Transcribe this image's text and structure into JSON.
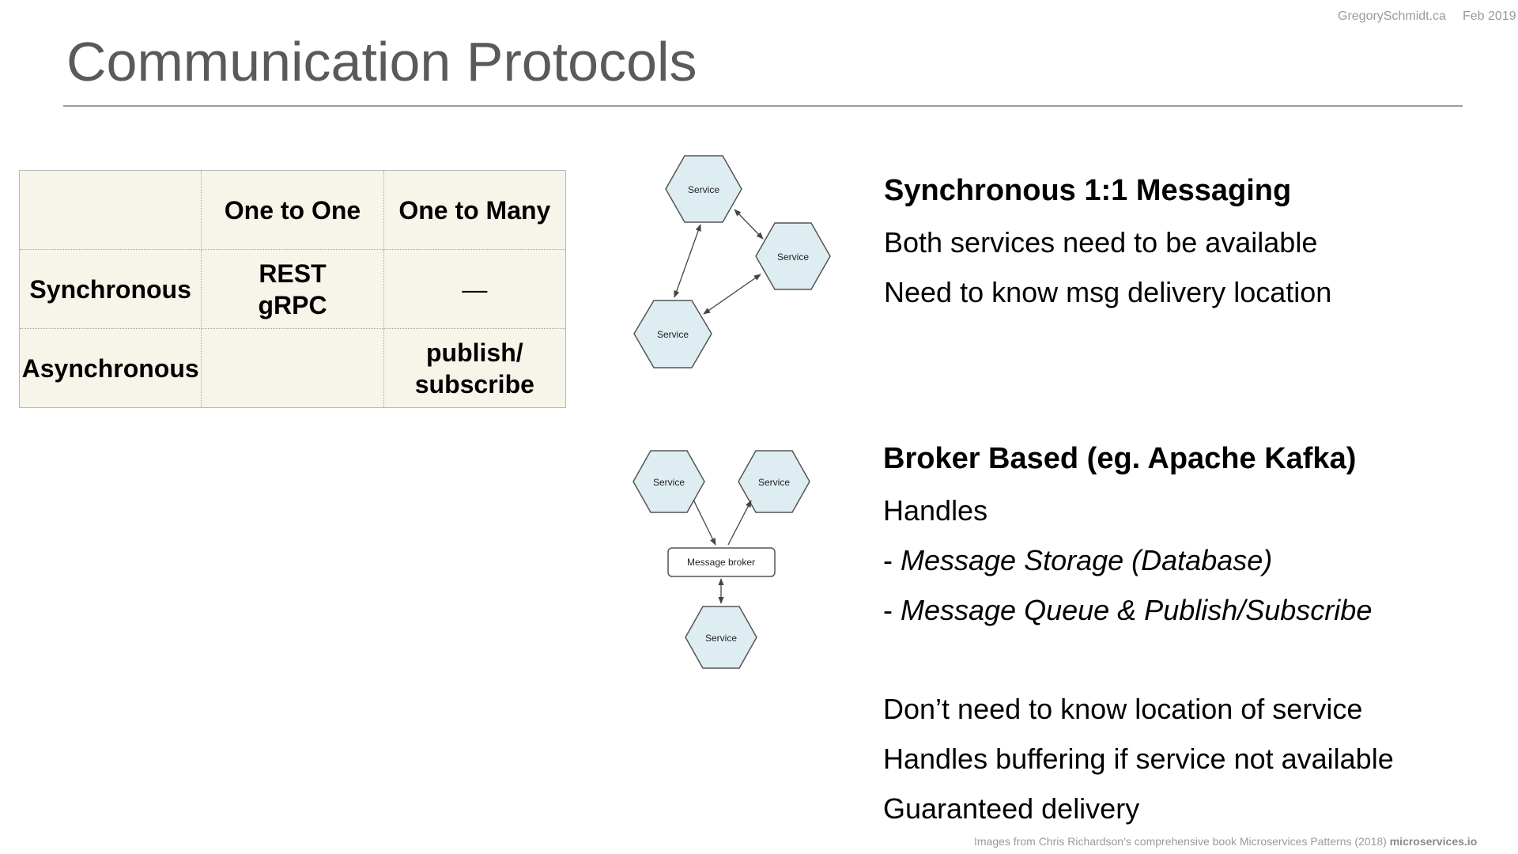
{
  "header": {
    "author": "GregorySchmidt.ca",
    "date": "Feb 2019",
    "title": "Communication Protocols"
  },
  "table": {
    "columns": [
      "",
      "One to One",
      "One to Many"
    ],
    "rows": [
      {
        "label": "Synchronous",
        "one_to_one": [
          "REST",
          "gRPC"
        ],
        "one_to_many": [
          "—"
        ]
      },
      {
        "label": "Asynchronous",
        "one_to_one": [],
        "one_to_many": [
          "publish/",
          "subscribe"
        ]
      }
    ]
  },
  "diagram_sync": {
    "nodes": [
      "Service",
      "Service",
      "Service"
    ]
  },
  "diagram_broker": {
    "nodes": [
      "Service",
      "Service",
      "Service"
    ],
    "broker": "Message broker"
  },
  "sync_section": {
    "heading": "Synchronous 1:1 Messaging",
    "lines": [
      "Both services need to be available",
      "Need to know msg delivery location"
    ]
  },
  "broker_section": {
    "heading": "Broker Based (eg. Apache Kafka)",
    "intro": "Handles",
    "bullets": [
      {
        "dash": "- ",
        "text": "Message Storage (Database)"
      },
      {
        "dash": "- ",
        "text": "Message Queue & Publish/Subscribe"
      }
    ],
    "benefits": [
      "Don’t need to know location of service",
      "Handles buffering if service not available",
      "Guaranteed delivery"
    ]
  },
  "footer": {
    "text": "Images from Chris Richardson’s comprehensive book Microservices Patterns (2018) ",
    "link": "microservices.io"
  },
  "colors": {
    "title": "#5a5a5a",
    "table_bg": "#f7f5e9",
    "hex_fill": "#deedf1",
    "hex_stroke": "#555555"
  }
}
